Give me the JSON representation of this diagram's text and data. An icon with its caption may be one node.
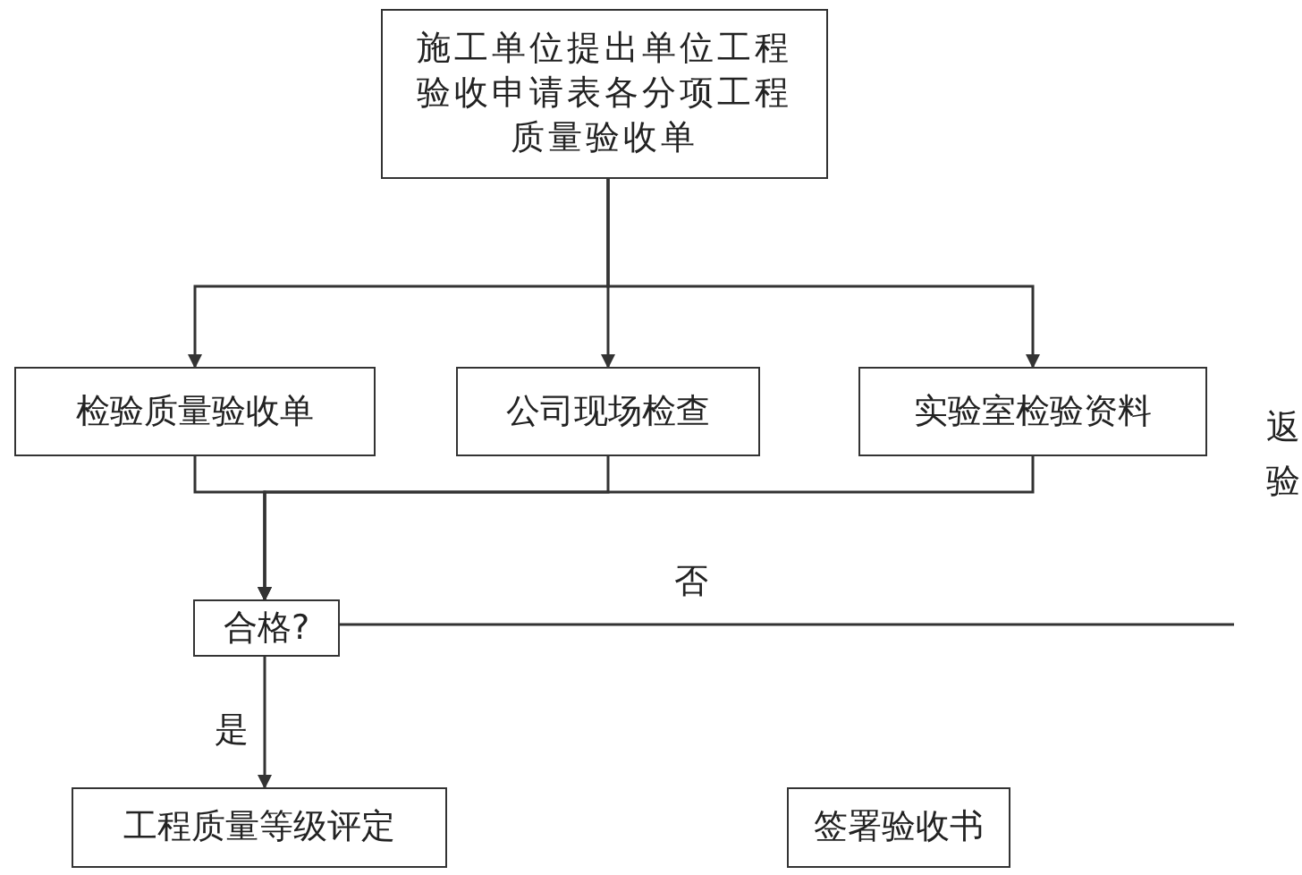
{
  "diagram": {
    "nodes": [
      {
        "text": [
          "施工单位提出单位工程验收申请表各分项工程质量验收单"
        ]
      },
      {
        "text": [
          "检验质量验收单"
        ]
      },
      {
        "text": [
          "公司现场检查"
        ]
      },
      {
        "text": [
          "实验室检验资料"
        ]
      },
      {
        "text": [
          "合格?"
        ]
      },
      {
        "text": [
          "工程质量等级评定"
        ]
      },
      {
        "text": [
          "签署验收书"
        ]
      }
    ],
    "edges": [
      {
        "from": 0,
        "to": 1,
        "arrow": "to"
      },
      {
        "from": 0,
        "to": 2,
        "arrow": "to"
      },
      {
        "from": 0,
        "to": 3,
        "arrow": "to"
      },
      {
        "from": 1,
        "to": 4,
        "arrow": "to"
      },
      {
        "from": 2,
        "to": 4,
        "arrow": "to"
      },
      {
        "from": 3,
        "to": 4,
        "arrow": "to"
      },
      {
        "from": 4,
        "to": null,
        "arrow": "none",
        "label": "否"
      },
      {
        "from": 4,
        "to": 5,
        "arrow": "to",
        "label": "是"
      }
    ],
    "labels": [
      "返",
      "验"
    ]
  }
}
